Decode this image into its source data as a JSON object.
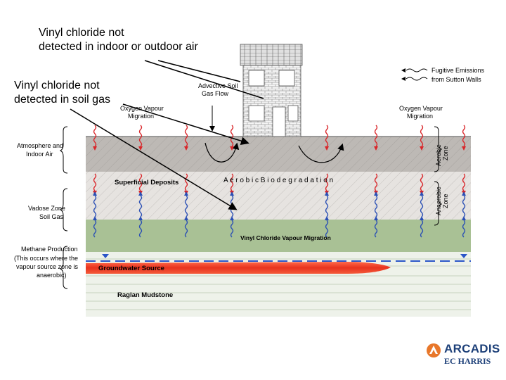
{
  "callouts": {
    "air_line1": "Vinyl chloride not",
    "air_line2": "detected in indoor or outdoor air",
    "soil_line1": "Vinyl chloride not",
    "soil_line2": "detected in soil gas"
  },
  "diagram": {
    "labels": {
      "fugitive_line1": "Fugitive Emissions",
      "fugitive_line2": "from Sutton Walls",
      "advective_line1": "Advective Soil",
      "advective_line2": "Gas Flow",
      "oxygen_left_line1": "Oxygen Vapour",
      "oxygen_left_line2": "Migration",
      "oxygen_right_line1": "Oxygen Vapour",
      "oxygen_right_line2": "Migration",
      "atmosphere_line1": "Atmosphere and",
      "atmosphere_line2": "Indoor Air",
      "aerobic_zone_line1": "Aerobic",
      "aerobic_zone_line2": "Zone",
      "superficial": "Superficial Deposits",
      "aerobic_bio": "A e r o b i c   B i o d e g r a d a t i o n",
      "vadose_line1": "Vadose Zone",
      "vadose_line2": "Soil Gas",
      "anaerobic_zone_line1": "Anaerobic",
      "anaerobic_zone_line2": "Zone",
      "vc_migration": "Vinyl Chloride Vapour Migration",
      "methane_line1": "Methane Production",
      "methane_line2": "(This occurs where the",
      "methane_line3": "vapour source zone is",
      "methane_line4": "anaerobic)",
      "groundwater": "Groundwater Source",
      "raglan": "Raglan Mudstone"
    },
    "colors": {
      "atmosphere_layer": "#bdb9b5",
      "superficial_layer": "#e6e3e0",
      "vadose_layer": "#a9c195",
      "mudstone_layer": "#eef2ea",
      "red_arrow": "#d9262a",
      "blue_arrow": "#2a4fb5",
      "plume": "#e8331f",
      "water_table": "#2a55c8"
    }
  },
  "logo": {
    "name": "ARCADIS",
    "sub": "EC HARRIS"
  }
}
